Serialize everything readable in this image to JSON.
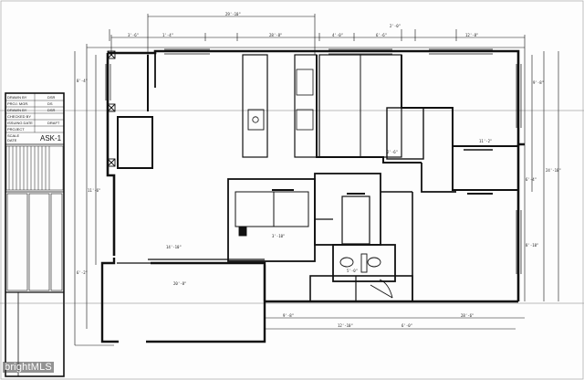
{
  "title_block": {
    "sheet_id": "ASK-1",
    "rows": [
      {
        "label": "DRAWN BY",
        "value": "DSR"
      },
      {
        "label": "PROJ. MGR.",
        "value": "DS"
      },
      {
        "label": "DRAWN BY",
        "value": "DSR"
      },
      {
        "label": "CHECKED BY",
        "value": ""
      },
      {
        "label": "ISSUING DATE",
        "value": "DRAFT"
      },
      {
        "label": "PROJECT",
        "value": ""
      },
      {
        "label": "SCALE",
        "value": ""
      },
      {
        "label": "DATE",
        "value": ""
      }
    ]
  },
  "watermark": "brightMLS",
  "dimensions": {
    "top_overall": "29'-10\"",
    "top_mid": "28'-8\"",
    "top_a": "3'-6\"",
    "top_b": "1'-4\"",
    "top_c": "4'-0\"",
    "top_d": "6'-6\"",
    "top_e": "12'-8\"",
    "top_f": "2'-0\"",
    "right_overall": "24'-10\"",
    "right_a": "9'-8\"",
    "right_b": "6'-4\"",
    "right_c": "8'-10\"",
    "bottom_overall": "28'-6\"",
    "bottom_a": "9'-8\"",
    "bottom_b": "6'-0\"",
    "bottom_c": "12'-10\"",
    "left_a": "8'-4\"",
    "left_b": "11'-6\"",
    "left_c": "6'-2\"",
    "garage_w": "20'-8\"",
    "hall_w": "14'-10\"",
    "stair_w": "3'-10\"",
    "bath_w": "5'-0\"",
    "closet_w": "2'-6\"",
    "bed_w": "11'-2\""
  }
}
